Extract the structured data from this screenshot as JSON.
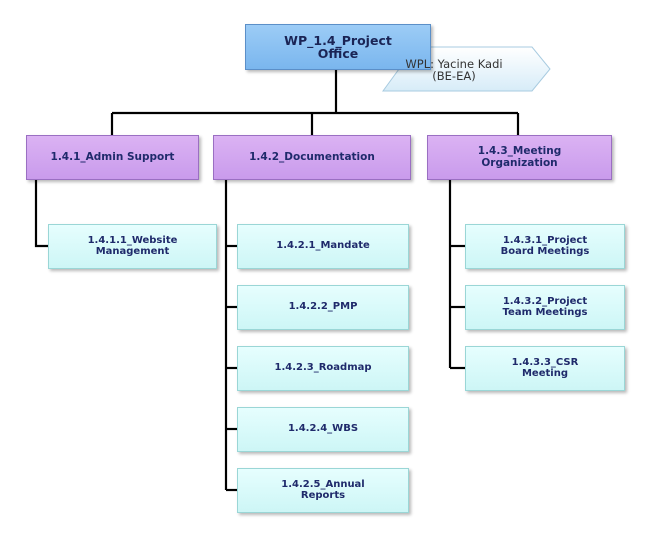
{
  "root": {
    "label": "WP_1.4_Project\nOffice"
  },
  "wpl": {
    "label": "WPL: Yacine Kadi\n(BE-EA)"
  },
  "branches": [
    {
      "label": "1.4.1_Admin Support",
      "children": [
        "1.4.1.1_Website\nManagement"
      ]
    },
    {
      "label": "1.4.2_Documentation",
      "children": [
        "1.4.2.1_Mandate",
        "1.4.2.2_PMP",
        "1.4.2.3_Roadmap",
        "1.4.2.4_WBS",
        "1.4.2.5_Annual\nReports"
      ]
    },
    {
      "label": "1.4.3_Meeting\nOrganization",
      "children": [
        "1.4.3.1_Project\nBoard Meetings",
        "1.4.3.2_Project\nTeam Meetings",
        "1.4.3.3_CSR\nMeeting"
      ]
    }
  ]
}
